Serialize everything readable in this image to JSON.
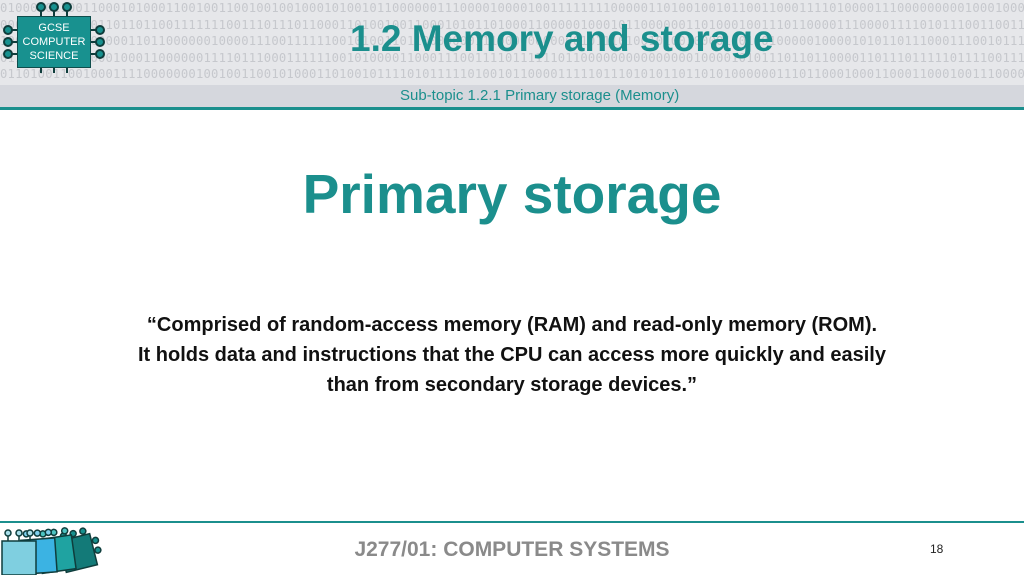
{
  "logo": {
    "line1": "GCSE",
    "line2": "COMPUTER",
    "line3": "SCIENCE"
  },
  "header": {
    "title": "1.2 Memory and storage",
    "subtitle": "Sub-topic 1.2.1 Primary storage (Memory)"
  },
  "slide": {
    "heading": "Primary storage",
    "quote_lines": [
      "“Comprised of random-access memory (RAM) and read-only memory (ROM).",
      "It holds data and instructions that the CPU can access more quickly and easily",
      "than from secondary storage devices.”"
    ]
  },
  "footer": {
    "course": "J277/01: COMPUTER SYSTEMS",
    "page_number": "18"
  },
  "colors": {
    "accent": "#1b8f8d",
    "header_bg": "#e6e7ea",
    "footer_text": "#8a8a8a"
  },
  "icons": [
    "circuit-chip-logo-icon",
    "stacked-chips-icon"
  ]
}
